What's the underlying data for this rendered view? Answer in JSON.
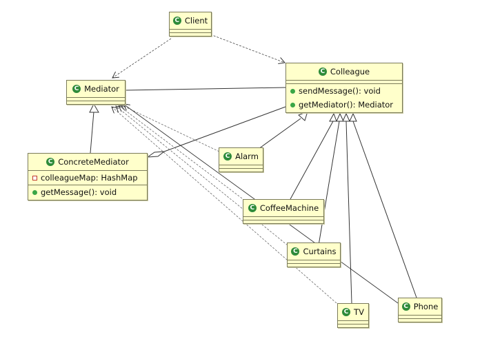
{
  "classes": {
    "client": {
      "name": "Client"
    },
    "mediator": {
      "name": "Mediator"
    },
    "colleague": {
      "name": "Colleague",
      "methods": [
        "sendMessage(): void",
        "getMediator(): Mediator"
      ]
    },
    "concrete_mediator": {
      "name": "ConcreteMediator",
      "attributes": [
        "colleagueMap: HashMap"
      ],
      "methods": [
        "getMessage(): void"
      ]
    },
    "alarm": {
      "name": "Alarm"
    },
    "coffee_machine": {
      "name": "CoffeeMachine"
    },
    "curtains": {
      "name": "Curtains"
    },
    "tv": {
      "name": "TV"
    },
    "phone": {
      "name": "Phone"
    }
  },
  "icons": {
    "class_icon": "class-c-icon",
    "class_letter": "C"
  },
  "colors": {
    "box_fill": "#ffffcb",
    "class_icon": "#2e8b3a",
    "public_method": "#3aa646",
    "private_field": "#c0392b"
  }
}
